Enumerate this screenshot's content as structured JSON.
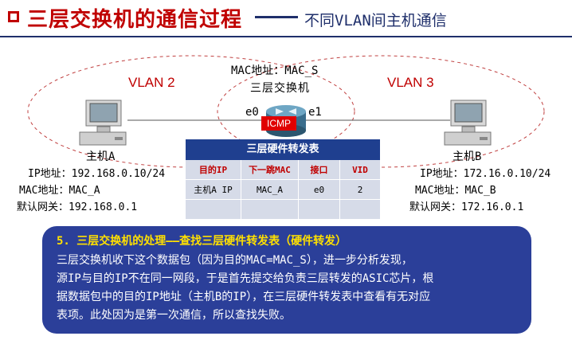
{
  "title": {
    "main": "三层交换机的通信过程",
    "sub": "不同VLAN间主机通信"
  },
  "switch": {
    "mac_label": "MAC地址：MAC_S",
    "name": "三层交换机",
    "port_left": "e0",
    "port_right": "e1",
    "packet": "ICMP"
  },
  "vlans": {
    "left": "VLAN 2",
    "right": "VLAN 3"
  },
  "host_a": {
    "name": "主机A",
    "ip": "IP地址：192.168.0.10/24",
    "mac": "MAC地址：MAC_A",
    "gateway": "默认网关：192.168.0.1"
  },
  "host_b": {
    "name": "主机B",
    "ip": "IP地址：172.16.0.10/24",
    "mac": "MAC地址：MAC_B",
    "gateway": "默认网关：172.16.0.1"
  },
  "table": {
    "title": "三层硬件转发表",
    "headers": [
      "目的IP",
      "下一跳MAC",
      "接口",
      "VID"
    ],
    "rows": [
      [
        "主机A IP",
        "MAC_A",
        "e0",
        "2"
      ],
      [
        "",
        "",
        "",
        ""
      ]
    ]
  },
  "panel": {
    "heading": "5.  三层交换机的处理——查找三层硬件转发表（硬件转发）",
    "lines": [
      "    三层交换机收下这个数据包（因为目的MAC=MAC_S），进一步分析发现，",
      "源IP与目的IP不在同一网段，于是首先提交给负责三层转发的ASIC芯片，根",
      "据数据包中的目的IP地址（主机B的IP），在三层硬件转发表中查看有无对应",
      "表项。此处因为是第一次通信，所以查找失败。"
    ]
  },
  "colors": {
    "accent": "#c00000",
    "navy": "#1f2f6b",
    "panel": "#2b3f99",
    "highlight": "#ffe000"
  },
  "icons": [
    "computer-icon",
    "router-icon"
  ]
}
